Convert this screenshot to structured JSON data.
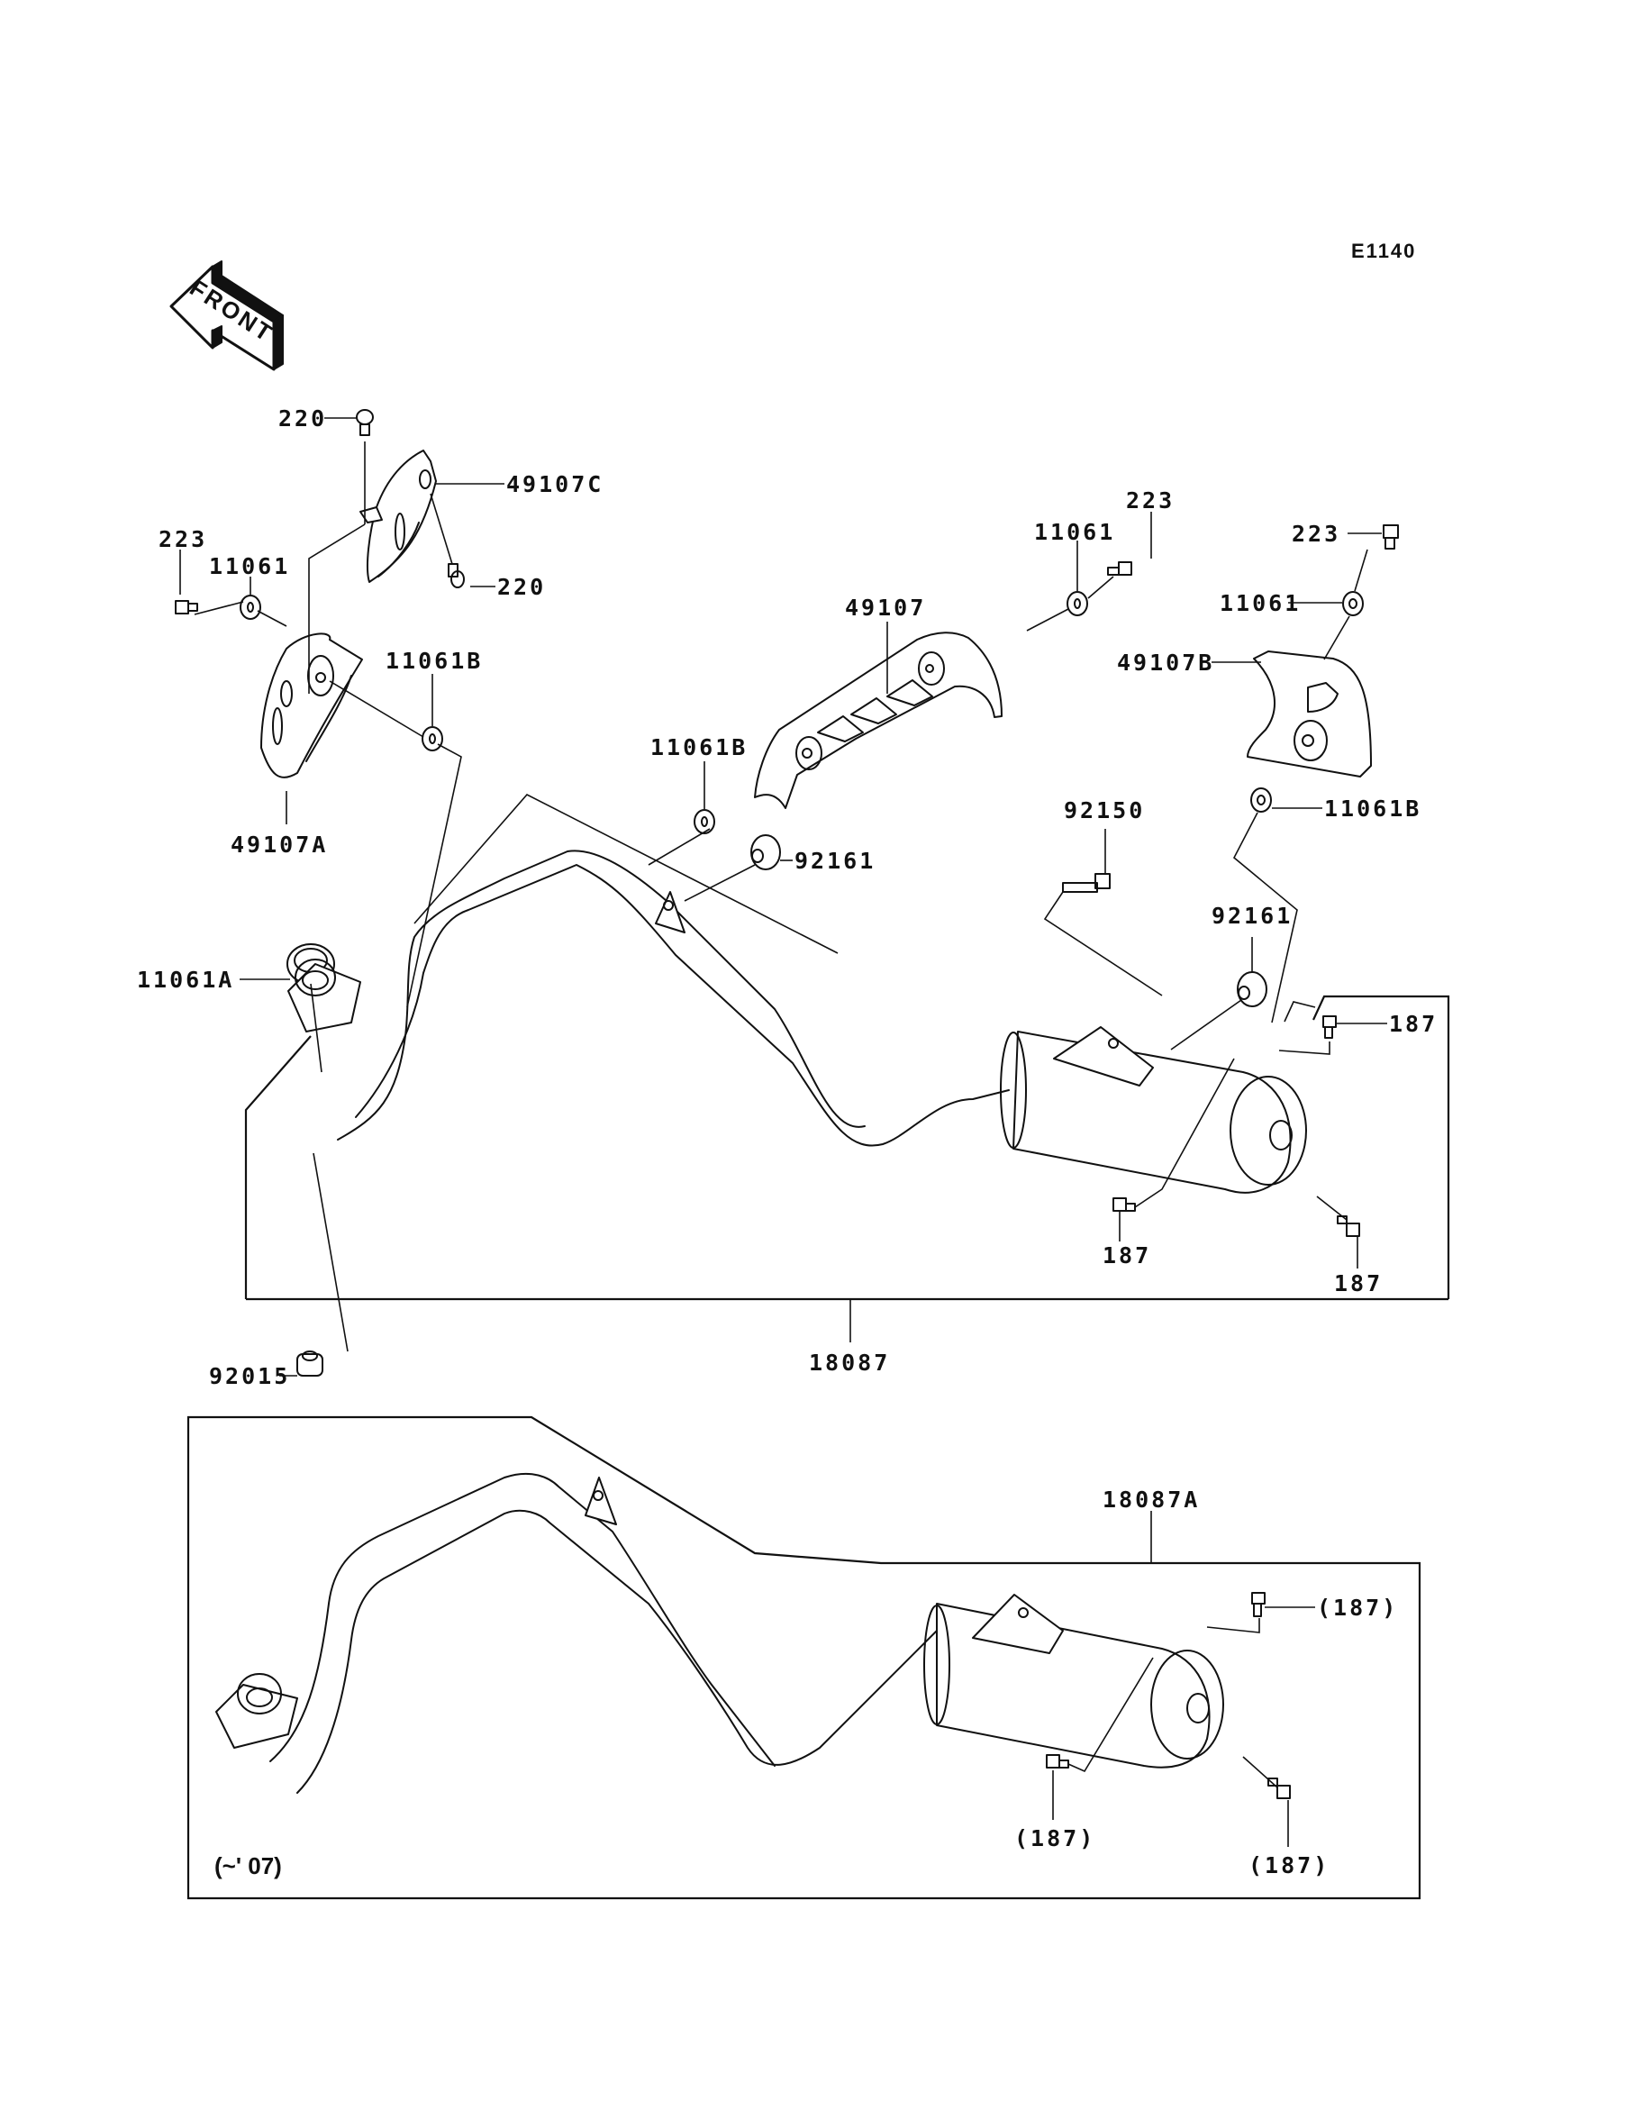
{
  "diagram": {
    "code": "E1140",
    "orientation_label": "FRONT",
    "colors": {
      "ink": "#111111",
      "background": "#ffffff"
    },
    "main_assembly": {
      "callouts": [
        {
          "id": "c220a",
          "part": "220"
        },
        {
          "id": "c49107C",
          "part": "49107C"
        },
        {
          "id": "c220b",
          "part": "220"
        },
        {
          "id": "c223a",
          "part": "223"
        },
        {
          "id": "c11061a",
          "part": "11061"
        },
        {
          "id": "c11061Ba",
          "part": "11061B"
        },
        {
          "id": "c49107A",
          "part": "49107A"
        },
        {
          "id": "c49107",
          "part": "49107"
        },
        {
          "id": "c11061b",
          "part": "11061"
        },
        {
          "id": "c223b",
          "part": "223"
        },
        {
          "id": "c223c",
          "part": "223"
        },
        {
          "id": "c11061c",
          "part": "11061"
        },
        {
          "id": "c49107B",
          "part": "49107B"
        },
        {
          "id": "c11061Bb",
          "part": "11061B"
        },
        {
          "id": "c11061Bc",
          "part": "11061B"
        },
        {
          "id": "c92161a",
          "part": "92161"
        },
        {
          "id": "c92150",
          "part": "92150"
        },
        {
          "id": "c92161b",
          "part": "92161"
        },
        {
          "id": "c187a",
          "part": "187"
        },
        {
          "id": "c187b",
          "part": "187"
        },
        {
          "id": "c187c",
          "part": "187"
        },
        {
          "id": "c11061A",
          "part": "11061A"
        },
        {
          "id": "c18087",
          "part": "18087"
        },
        {
          "id": "c92015",
          "part": "92015"
        }
      ]
    },
    "variant_assembly": {
      "applicability": "(~' 07)",
      "callouts": [
        {
          "id": "c18087A",
          "part": "18087A"
        },
        {
          "id": "c187pa",
          "part": "(187)"
        },
        {
          "id": "c187pb",
          "part": "(187)"
        },
        {
          "id": "c187pc",
          "part": "(187)"
        }
      ]
    }
  }
}
